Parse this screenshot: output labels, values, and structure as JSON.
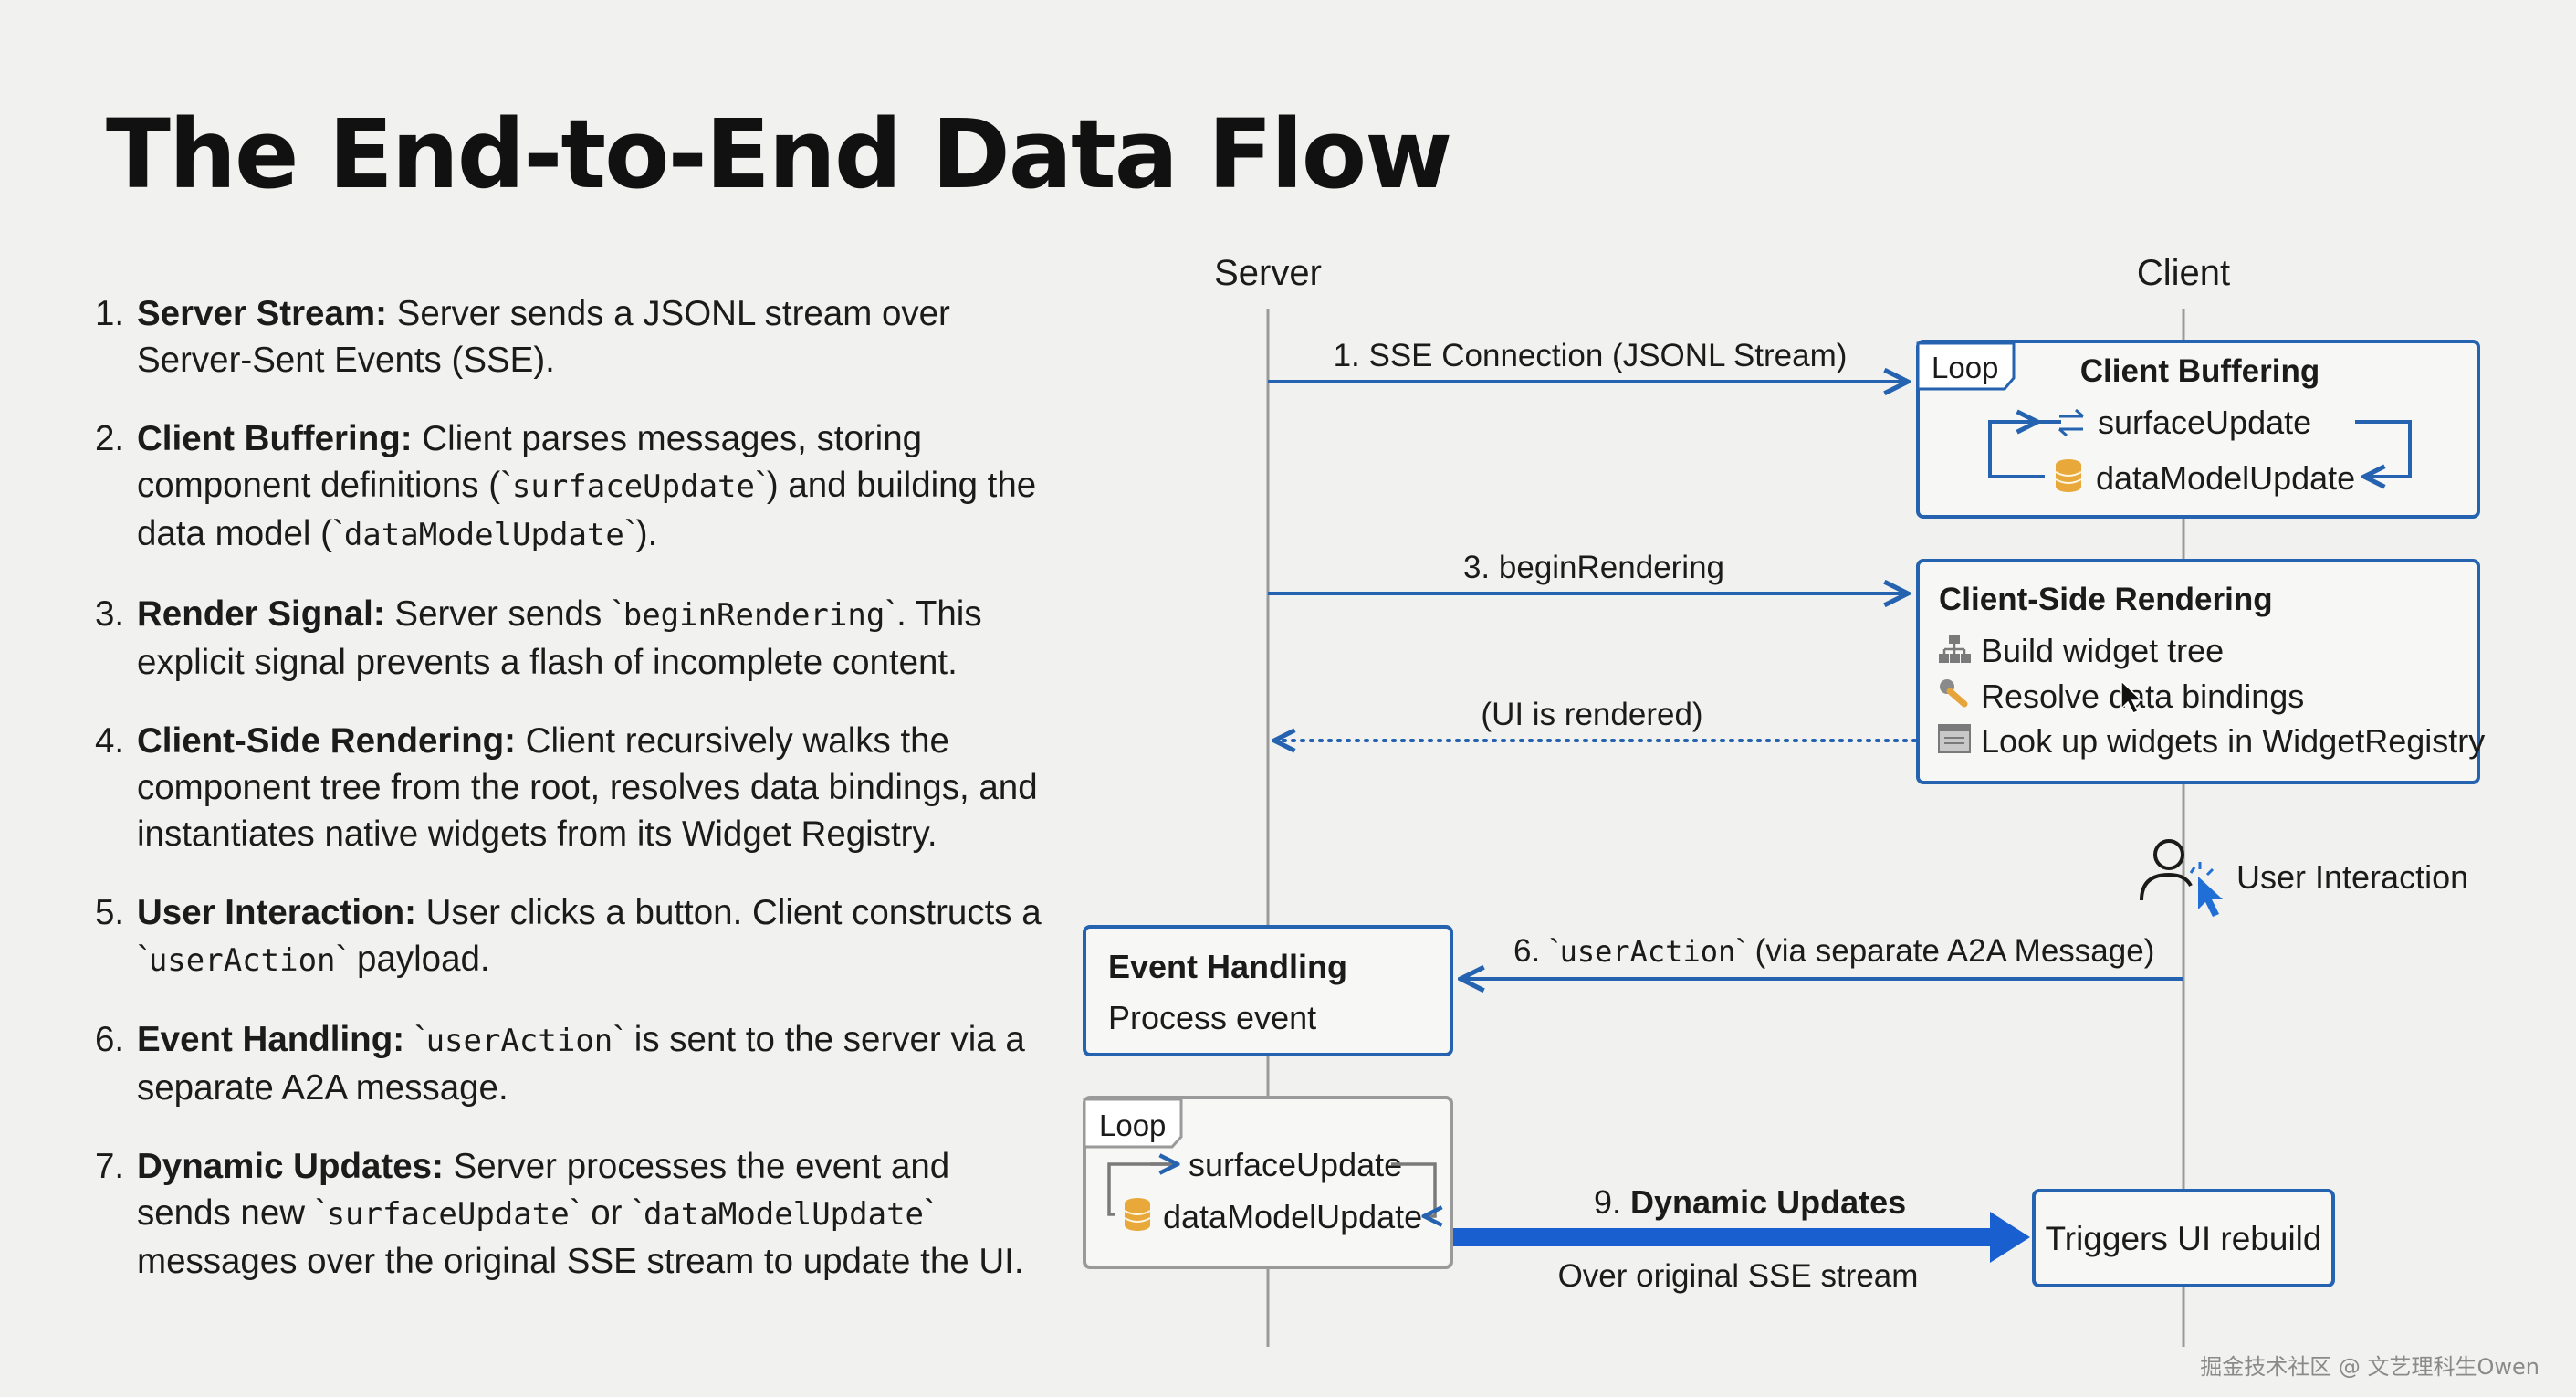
{
  "title": "The End-to-End Data Flow",
  "steps": [
    {
      "num": "1.",
      "title": "Server Stream:",
      "p1": " Server sends a JSONL stream over Server-Sent Events (SSE).",
      "c1": "",
      "p2": "",
      "c2": "",
      "p3": ""
    },
    {
      "num": "2.",
      "title": "Client Buffering:",
      "p1": " Client parses messages, storing component definitions (`",
      "c1": "surfaceUpdate",
      "p2": "`) and building the data model (`",
      "c2": "dataModelUpdate",
      "p3": "`)."
    },
    {
      "num": "3.",
      "title": "Render Signal:",
      "p1": " Server sends `",
      "c1": "beginRendering",
      "p2": "`. This explicit signal prevents a flash of incomplete content.",
      "c2": "",
      "p3": ""
    },
    {
      "num": "4.",
      "title": "Client-Side Rendering:",
      "p1": " Client recursively walks the component tree from the root, resolves data bindings, and instantiates native widgets from its Widget Registry.",
      "c1": "",
      "p2": "",
      "c2": "",
      "p3": ""
    },
    {
      "num": "5.",
      "title": "User Interaction:",
      "p1": " User clicks a button. Client constructs a `",
      "c1": "userAction",
      "p2": "` payload.",
      "c2": "",
      "p3": ""
    },
    {
      "num": "6.",
      "title": "Event Handling:",
      "p1": " `",
      "c1": "userAction",
      "p2": "` is sent to the server via a separate A2A message.",
      "c2": "",
      "p3": ""
    },
    {
      "num": "7.",
      "title": "Dynamic Updates:",
      "p1": " Server processes the event and sends new `",
      "c1": "surfaceUpdate",
      "p2": "` or `",
      "c2": "dataModelUpdate",
      "p3": "` messages over the original SSE stream to update the UI."
    }
  ],
  "diagram": {
    "lanes": {
      "server": "Server",
      "client": "Client"
    },
    "messages": {
      "sse": "1. SSE Connection (JSONL Stream)",
      "begin": "3. beginRendering",
      "rendered": "(UI is rendered)",
      "user_action_num": "6. `",
      "user_action_code": "userAction",
      "user_action_tail": "` (via separate A2A Message)",
      "dyn_num": "9. ",
      "dyn_title": "Dynamic Updates",
      "dyn_sub": "Over original SSE stream"
    },
    "buffering": {
      "tag": "Loop",
      "title": "Client Buffering",
      "item1": "surfaceUpdate",
      "item2": "dataModelUpdate"
    },
    "rendering": {
      "title": "Client-Side Rendering",
      "item1": "Build widget tree",
      "item2": "Resolve data bindings",
      "item3": "Look up widgets in WidgetRegistry"
    },
    "user_interaction": "User Interaction",
    "event_handling": {
      "title": "Event Handling",
      "sub": "Process event"
    },
    "server_loop": {
      "tag": "Loop",
      "item1": "surfaceUpdate",
      "item2": "dataModelUpdate"
    },
    "rebuild": "Triggers UI rebuild"
  },
  "watermark": "掘金技术社区 @ 文艺理科生Owen",
  "colors": {
    "accent": "#2563b0",
    "lifeline": "#9a9a9a",
    "dyn": "#1a5fd0"
  }
}
